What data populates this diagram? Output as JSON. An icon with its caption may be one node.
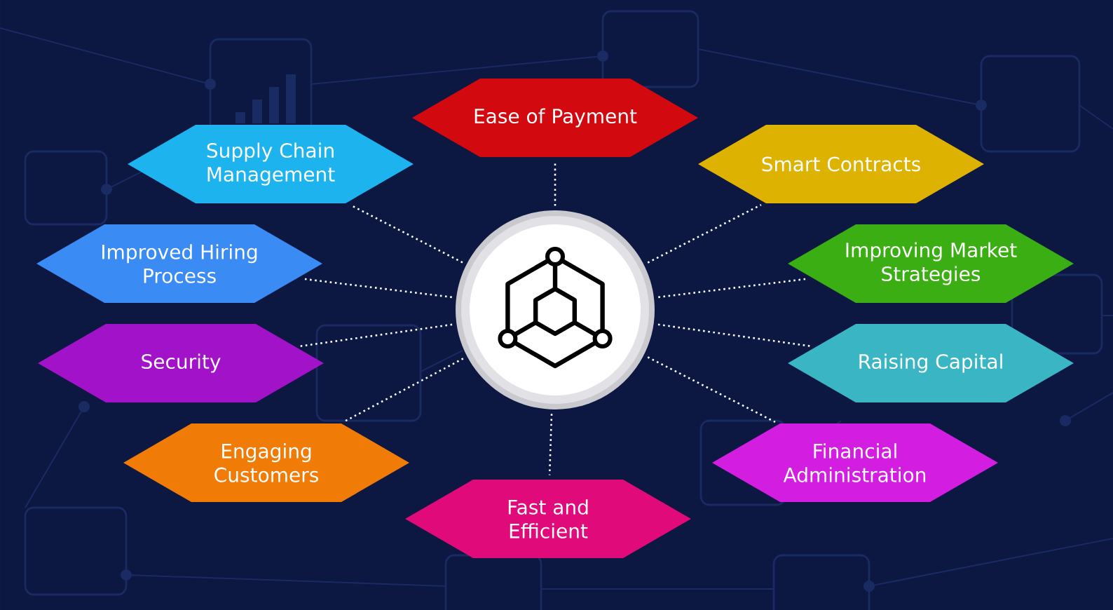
{
  "diagram": {
    "nodes": [
      {
        "text": [],
        "shape": "circle"
      },
      {
        "text": [
          "Ease of Payment"
        ]
      },
      {
        "text": [
          "Supply Chain Management"
        ]
      },
      {
        "text": [
          "Smart Contracts"
        ]
      },
      {
        "text": [
          "Improved Hiring Process"
        ]
      },
      {
        "text": [
          "Improving Market Strategies"
        ]
      },
      {
        "text": [
          "Security"
        ]
      },
      {
        "text": [
          "Raising Capital"
        ]
      },
      {
        "text": [
          "Engaging Customers"
        ]
      },
      {
        "text": [
          "Financial Administration"
        ]
      },
      {
        "text": [
          "Fast and Efficient"
        ]
      }
    ],
    "edges": [
      {
        "from": 0,
        "to": 1,
        "arrow": "none"
      },
      {
        "from": 0,
        "to": 2,
        "arrow": "none"
      },
      {
        "from": 0,
        "to": 3,
        "arrow": "none"
      },
      {
        "from": 0,
        "to": 4,
        "arrow": "none"
      },
      {
        "from": 0,
        "to": 5,
        "arrow": "none"
      },
      {
        "from": 0,
        "to": 6,
        "arrow": "none"
      },
      {
        "from": 0,
        "to": 7,
        "arrow": "none"
      },
      {
        "from": 0,
        "to": 8,
        "arrow": "none"
      },
      {
        "from": 0,
        "to": 9,
        "arrow": "none"
      },
      {
        "from": 0,
        "to": 10,
        "arrow": "none"
      }
    ]
  }
}
